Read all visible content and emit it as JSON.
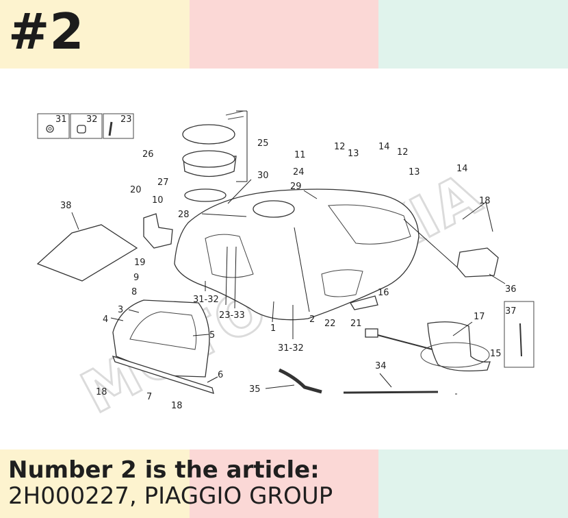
{
  "header": {
    "title": "#2",
    "band_colors": [
      "#fdf3cf",
      "#fbd8d6",
      "#e0f3ec"
    ]
  },
  "footer": {
    "line1": "Number 2 is the article:",
    "line2": "2H000227, PIAGGIO GROUP",
    "band_colors": [
      "#fdf3cf",
      "#fbd8d6",
      "#e0f3ec"
    ]
  },
  "diagram": {
    "watermark_text": "MOTOMIKKIA",
    "part_labels": [
      "31",
      "32",
      "23",
      "25",
      "26",
      "27",
      "30",
      "29",
      "11",
      "24",
      "12",
      "13",
      "14",
      "12",
      "13",
      "14",
      "18",
      "38",
      "20",
      "10",
      "28",
      "19",
      "9",
      "8",
      "3",
      "4",
      "31-32",
      "23-33",
      "1",
      "2",
      "5",
      "16",
      "22",
      "21",
      "17",
      "37",
      "36",
      "15",
      "31-32",
      "34",
      "35",
      "6",
      "18",
      "7",
      "18"
    ]
  }
}
